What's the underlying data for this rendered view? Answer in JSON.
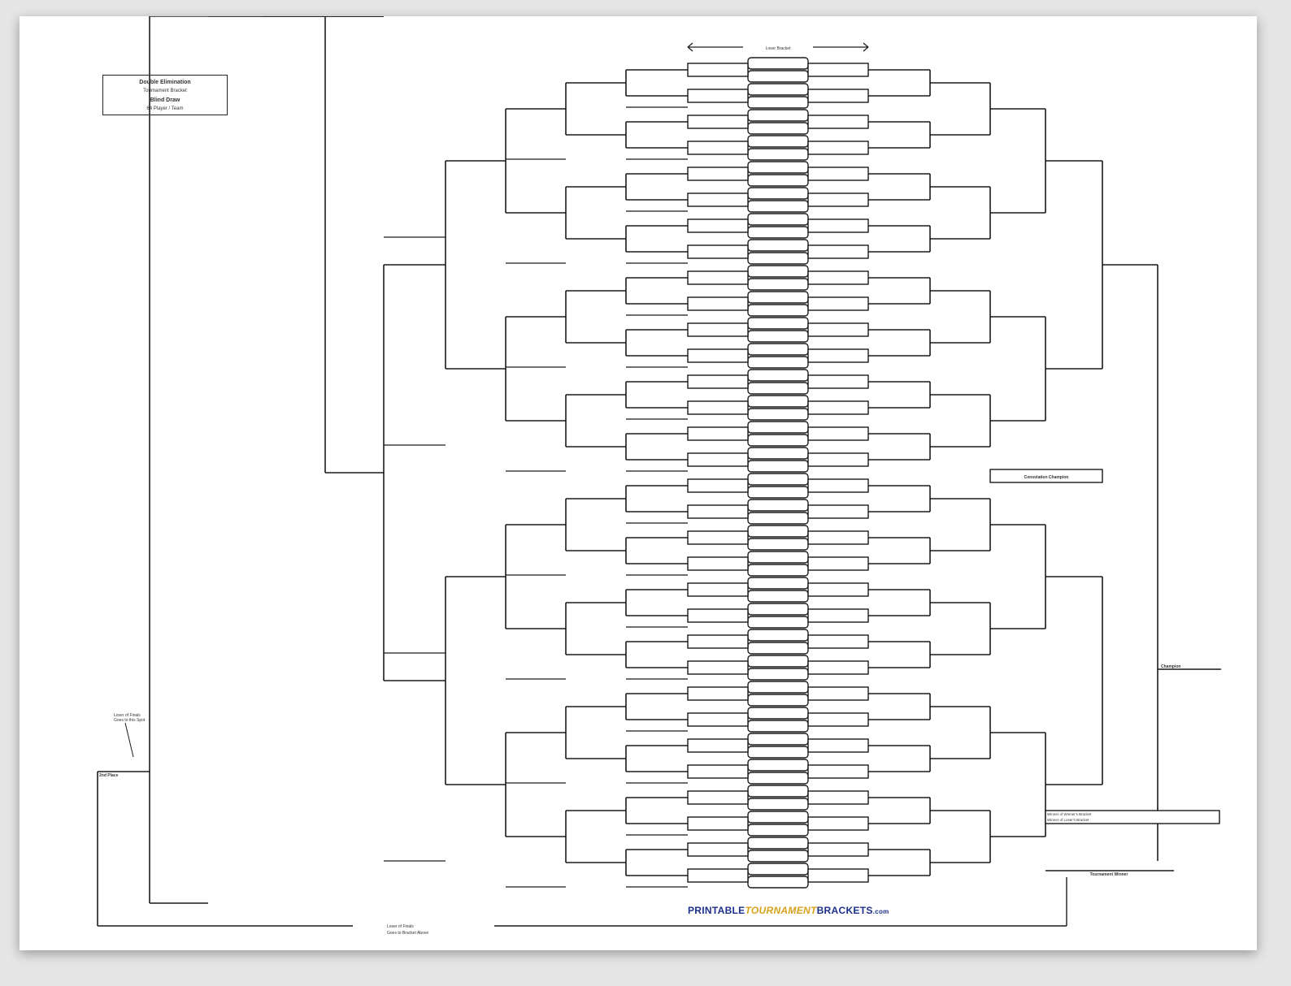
{
  "title_box": {
    "line1": "Double Elimination",
    "line2": "Tournament Bracket",
    "line3": "Blind Draw",
    "line4": "64 Player / Team"
  },
  "header_label": "Loser Bracket",
  "consolation_label": "Consolation Champion",
  "finals_label": "Champion",
  "loser_note": {
    "line1": "Loser of Finals",
    "line2": "Goes to this Spot"
  },
  "second_place_label": "2nd Place",
  "winner_note": {
    "line1": "Winner of Winner's Bracket",
    "line2": "Winner of Loser's Bracket"
  },
  "overall_winner_label": "Tournament Winner",
  "bottom_note": {
    "line1": "Loser of Finals",
    "line2": "Goes to Bracket Above"
  },
  "logo": {
    "part1": "PRINTABLE",
    "part2": "TOURNAMENT",
    "part3": "BRACKETS",
    "part4": ".com"
  },
  "colors": {
    "line": "#1a1a1a",
    "logo_blue": "#1c2f8a",
    "logo_gold": "#d9a21b"
  }
}
